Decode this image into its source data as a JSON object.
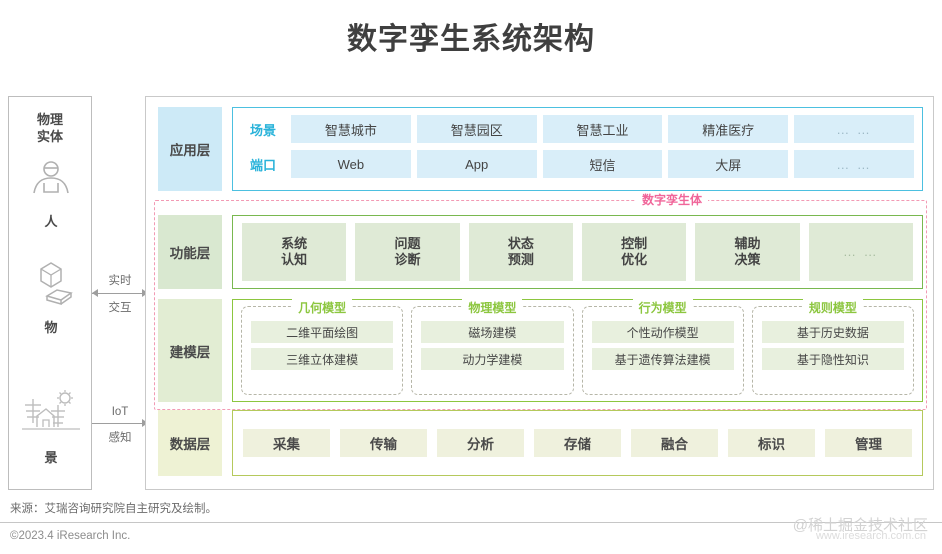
{
  "title": "数字孪生系统架构",
  "physical": {
    "panel_title_line1": "物理",
    "panel_title_line2": "实体",
    "items": [
      {
        "icon": "person-icon",
        "label": "人"
      },
      {
        "icon": "objects-icon",
        "label": "物"
      },
      {
        "icon": "landscape-icon",
        "label": "景"
      }
    ]
  },
  "connectors": [
    {
      "name": "realtime",
      "top": "实时",
      "bottom": "交互",
      "direction": "both"
    },
    {
      "name": "iot",
      "top": "IoT",
      "bottom": "感知",
      "direction": "right"
    }
  ],
  "twin_label": "数字孪生体",
  "layers": {
    "application": {
      "tag": "应用层",
      "rows": [
        {
          "label": "场景",
          "chips": [
            "智慧城市",
            "智慧园区",
            "智慧工业",
            "精准医疗",
            "… …"
          ]
        },
        {
          "label": "端口",
          "chips": [
            "Web",
            "App",
            "短信",
            "大屏",
            "… …"
          ]
        }
      ]
    },
    "function": {
      "tag": "功能层",
      "chips": [
        {
          "line1": "系统",
          "line2": "认知"
        },
        {
          "line1": "问题",
          "line2": "诊断"
        },
        {
          "line1": "状态",
          "line2": "预测"
        },
        {
          "line1": "控制",
          "line2": "优化"
        },
        {
          "line1": "辅助",
          "line2": "决策"
        },
        {
          "line1": "… …",
          "line2": ""
        }
      ]
    },
    "modeling": {
      "tag": "建模层",
      "groups": [
        {
          "title": "几何模型",
          "items": [
            "二维平面绘图",
            "三维立体建模"
          ]
        },
        {
          "title": "物理模型",
          "items": [
            "磁场建模",
            "动力学建模"
          ]
        },
        {
          "title": "行为模型",
          "items": [
            "个性动作模型",
            "基于遗传算法建模"
          ]
        },
        {
          "title": "规则模型",
          "items": [
            "基于历史数据",
            "基于隐性知识"
          ]
        }
      ]
    },
    "data": {
      "tag": "数据层",
      "chips": [
        "采集",
        "传输",
        "分析",
        "存储",
        "融合",
        "标识",
        "管理"
      ]
    }
  },
  "footer": {
    "source": "来源：艾瑞咨询研究院自主研究及绘制。",
    "copyright": "©2023.4 iResearch Inc.",
    "watermark": "@稀土掘金技术社区",
    "watermark_url": "www.iresearch.com.cn"
  },
  "colors": {
    "title": "#3f3f3f",
    "application_accent": "#2ab3da",
    "function_accent": "#79b84f",
    "modeling_accent": "#8cc63f",
    "data_accent": "#b5c95c",
    "twin_accent": "#f0669a"
  }
}
